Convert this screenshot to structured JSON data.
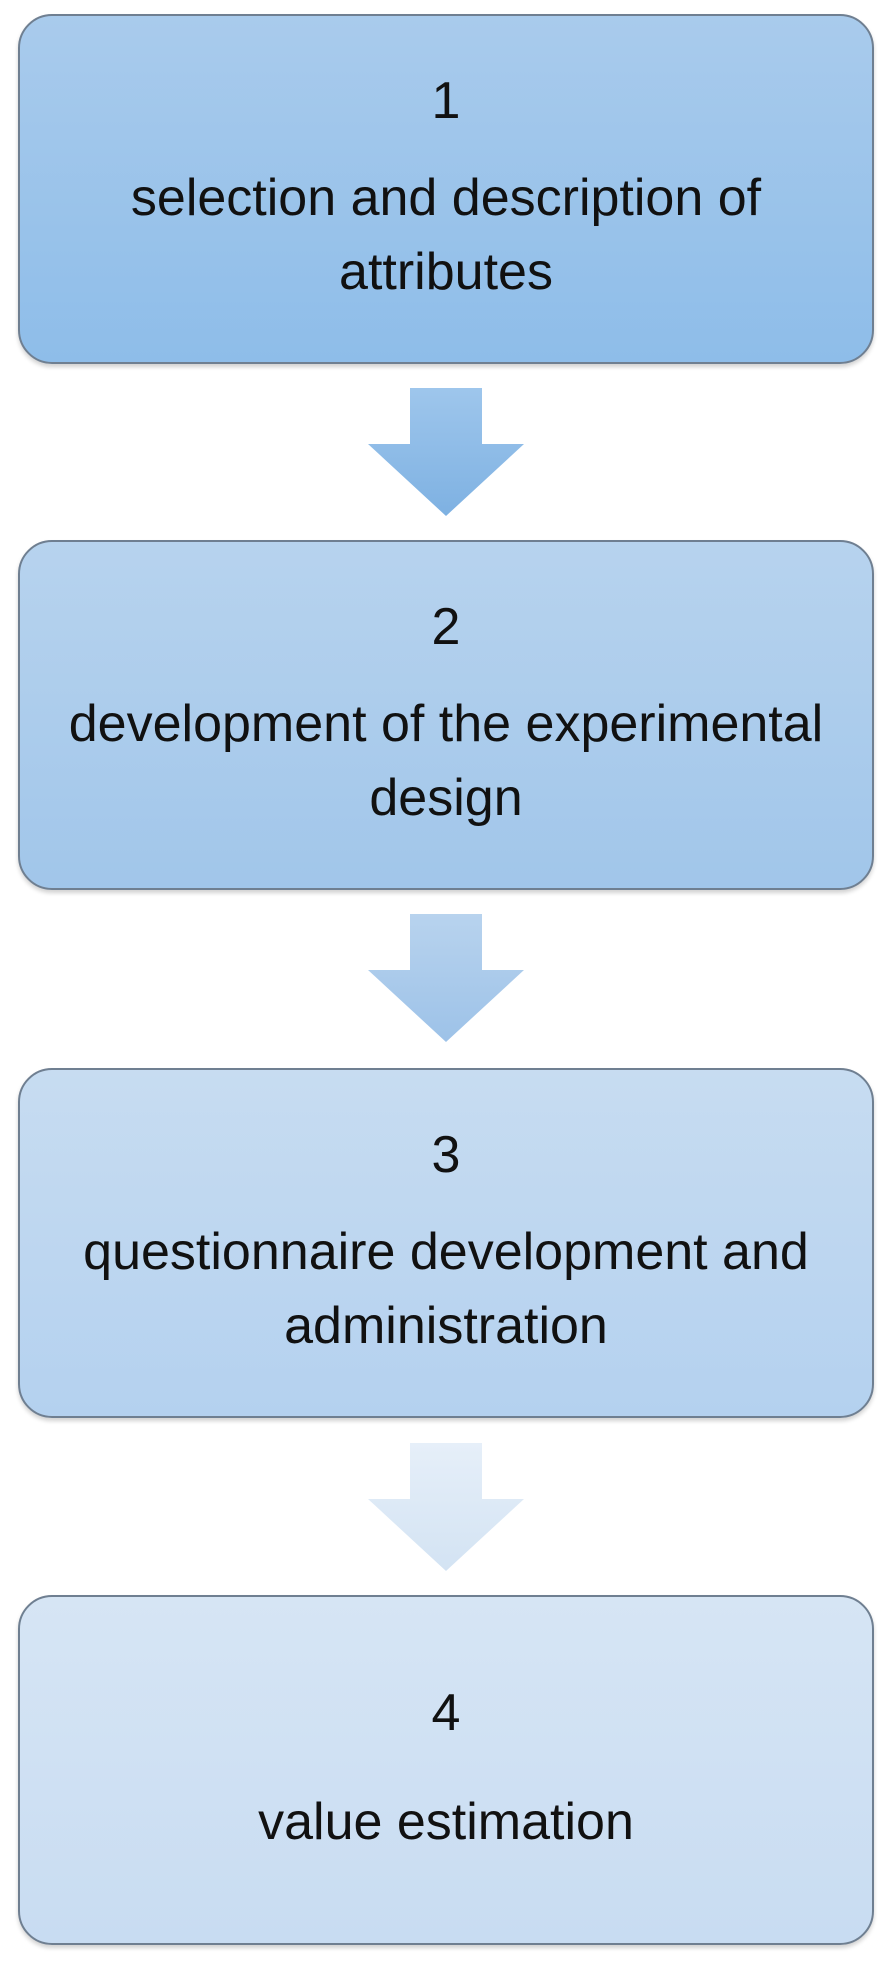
{
  "steps": [
    {
      "number": "1",
      "label": "selection and description of attributes"
    },
    {
      "number": "2",
      "label": "development of the experimental design"
    },
    {
      "number": "3",
      "label": "questionnaire development and administration"
    },
    {
      "number": "4",
      "label": "value estimation"
    }
  ],
  "colors": {
    "box_border": "#6f7f91",
    "arrow_1": "#8dbbe6",
    "arrow_2": "#a7c8ea",
    "arrow_3": "#dce9f6",
    "text": "#111111"
  },
  "icons": {
    "connector": "down-arrow-icon"
  }
}
